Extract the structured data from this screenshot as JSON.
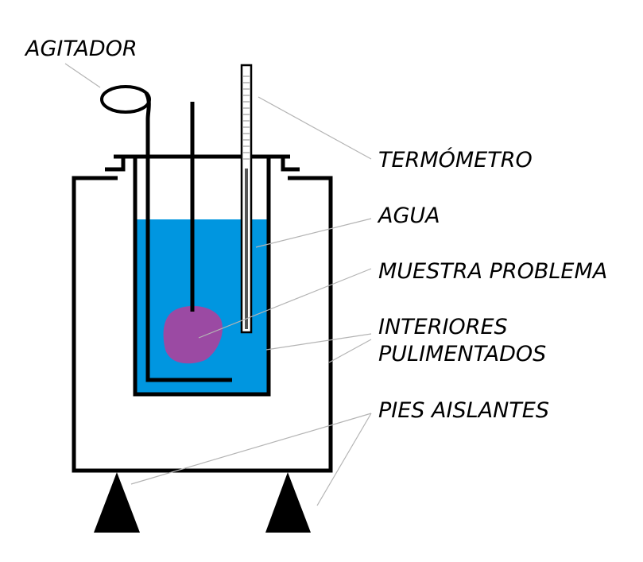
{
  "labels": {
    "agitator": "AGITADOR",
    "thermometer": "TERMÓMETRO",
    "water": "AGUA",
    "sample": "MUESTRA PROBLEMA",
    "polished_line1": "INTERIORES",
    "polished_line2": "PULIMENTADOS",
    "feet": "PIES AISLANTES"
  },
  "colors": {
    "water": "#0096e0",
    "sample": "#9b4aa3",
    "outline": "#000000",
    "leader": "#b4b4b4"
  }
}
